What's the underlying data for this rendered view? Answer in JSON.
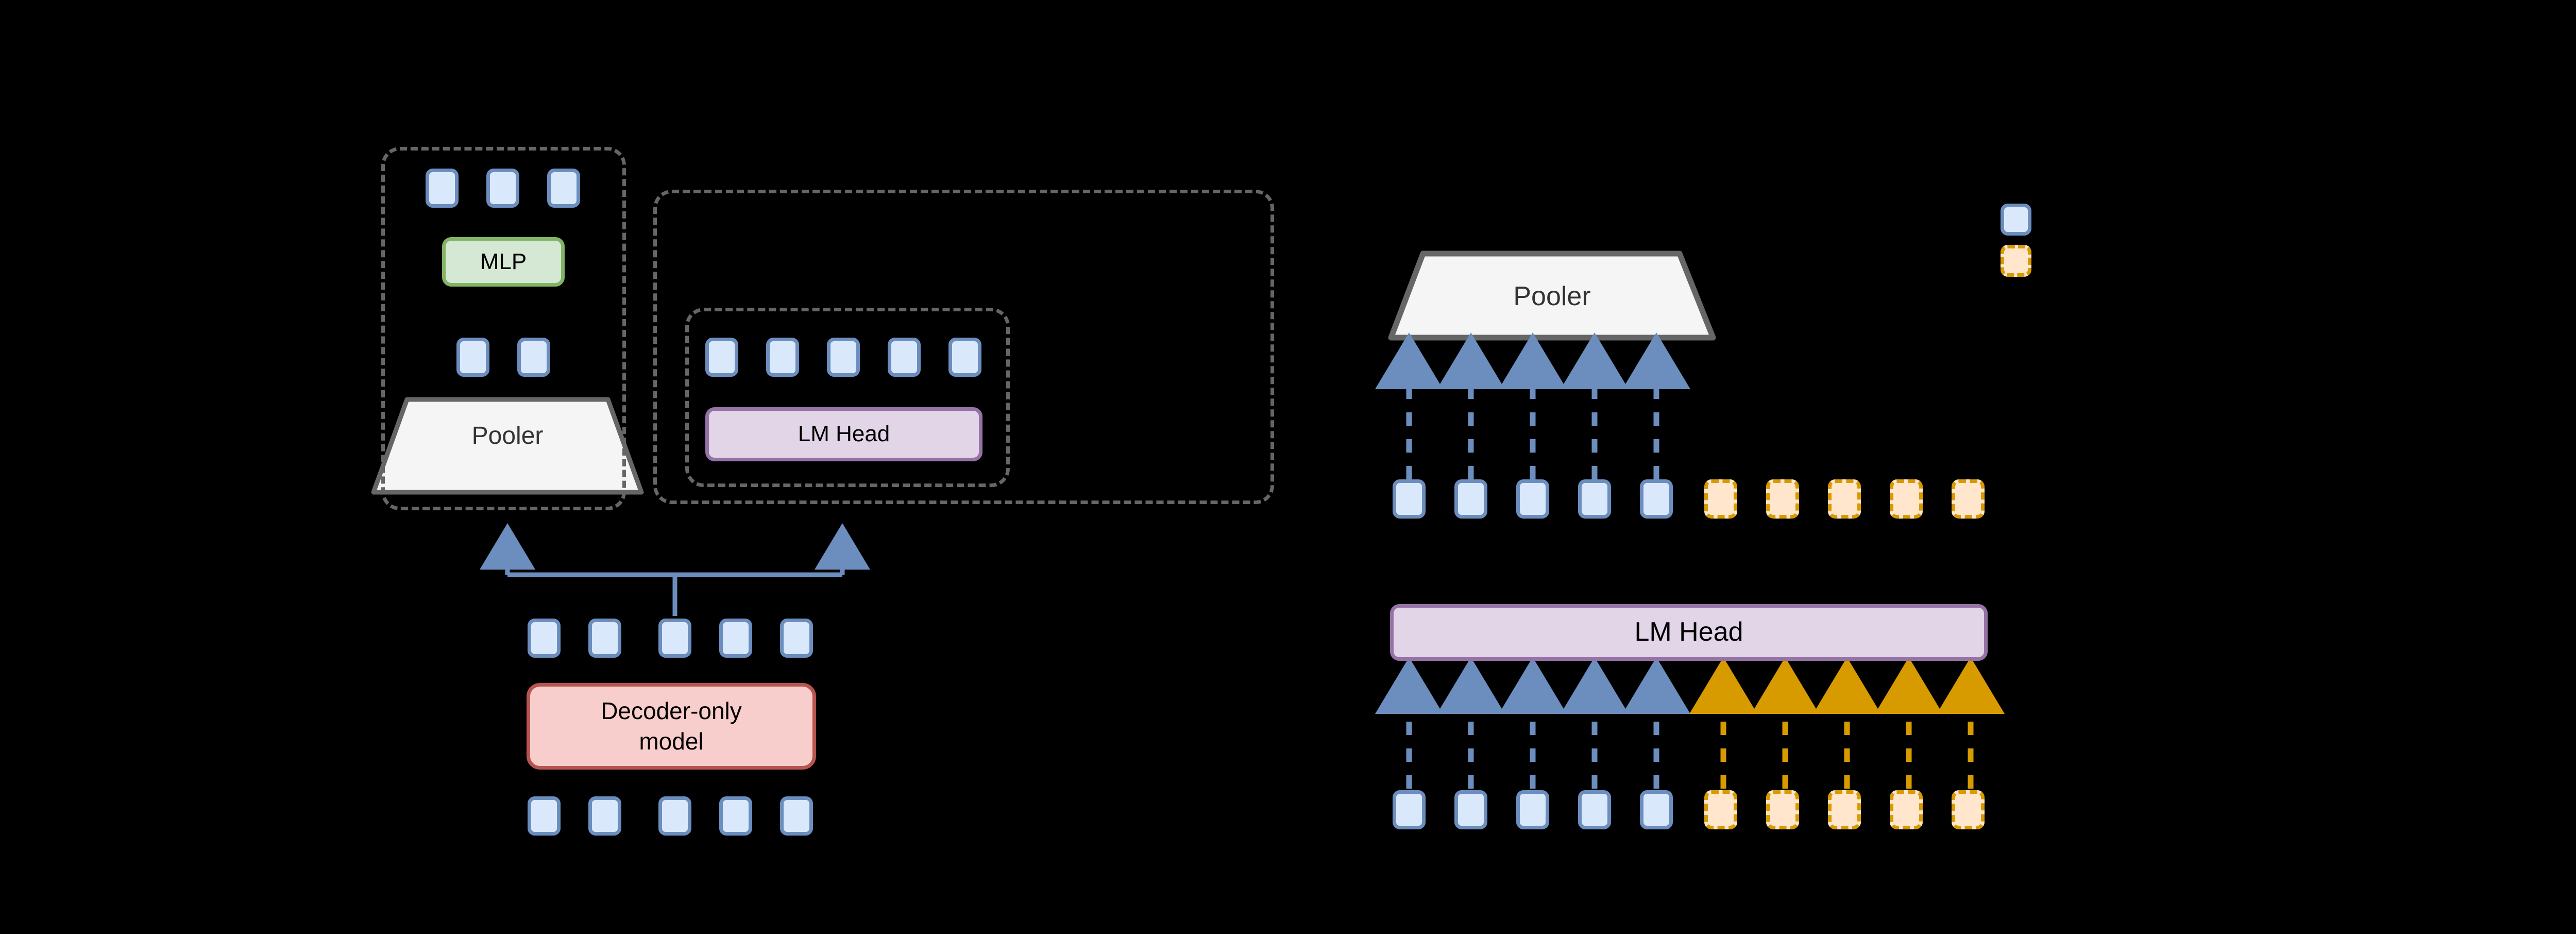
{
  "figure": {
    "type": "architecture-diagram",
    "background_color": "#000000",
    "panels": [
      "left-training-objectives",
      "right-token-flow"
    ]
  },
  "colors": {
    "token_blue_fill": "#dae8fc",
    "token_blue_border": "#6c8ebf",
    "token_orange_fill": "#ffe6cc",
    "token_orange_border": "#d79b00",
    "mlp_fill": "#d5e8d4",
    "mlp_border": "#82b366",
    "lm_head_fill": "#e1d5e7",
    "lm_head_border": "#9673a6",
    "decoder_fill": "#f8cecc",
    "decoder_border": "#b85450",
    "pooler_fill": "#f5f5f5",
    "pooler_border": "#666666",
    "group_dash": "#666666",
    "arrow_blue": "#6c8ebf",
    "arrow_orange": "#d79b00"
  },
  "left_panel": {
    "embedding_branch": {
      "group_name": "embedding-head-group",
      "output_tokens_count": 3,
      "mlp_label": "MLP",
      "pooled_tokens_count": 2,
      "pooler_label": "Pooler"
    },
    "generation_branch": {
      "outer_group_name": "generation-head-outer-group",
      "inner_group_name": "lm-head-group",
      "logit_tokens_count": 5,
      "lm_head_label": "LM Head"
    },
    "backbone": {
      "hidden_tokens_count": 5,
      "model_label_line1": "Decoder-only",
      "model_label_line2": "model",
      "input_tokens_count": 5
    },
    "split_connector": {
      "name": "branch-split-connector",
      "left_arrow": "up",
      "right_arrow": "up"
    }
  },
  "right_panel": {
    "pooler_row": {
      "pooler_label": "Pooler",
      "arrows_count": 5,
      "arrow_style": "dashed-up",
      "arrow_color": "#6c8ebf",
      "blue_tokens_count": 5,
      "orange_tokens_count": 5
    },
    "lm_head_row": {
      "lm_head_label": "LM Head",
      "blue_arrows_count": 5,
      "orange_arrows_count": 5,
      "blue_tokens_count": 5,
      "orange_tokens_count": 5
    }
  },
  "legend": {
    "name": "token-type-legend",
    "items": [
      {
        "swatch": "blue-solid-token",
        "label": ""
      },
      {
        "swatch": "orange-dashed-token",
        "label": ""
      }
    ]
  }
}
